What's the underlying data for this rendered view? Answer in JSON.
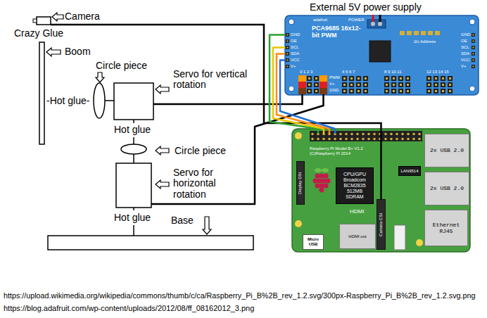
{
  "diagram": {
    "nodes": [
      {
        "text": [
          "PCA9685 16x12-bit PWM"
        ]
      },
      {
        "text": [
          "Raspberry Pi Model B+ V1.2 (C)Raspberry Pi 2014"
        ]
      },
      {
        "text": [
          "Display DSI"
        ],
        "in": 1
      },
      {
        "text": [
          "CPU/GPU Broadcom BCM2835 512MB SDRAM"
        ],
        "in": 1
      },
      {
        "text": [
          "LAN9514"
        ],
        "in": 1
      },
      {
        "text": [
          "2x USB 2.0"
        ],
        "in": 1
      },
      {
        "text": [
          "2x USB 2.0"
        ],
        "in": 1
      },
      {
        "text": [
          "Ethernet RJ45"
        ],
        "in": 1
      },
      {
        "text": [
          "Micro USB"
        ],
        "in": 1
      },
      {
        "text": [
          "HDMI out"
        ],
        "in": 1
      },
      {
        "text": [
          "Camera CSI"
        ],
        "in": 1
      }
    ],
    "edges": [
      {
        "from": 0,
        "to": 1,
        "arrow": "none"
      },
      {
        "from": 0,
        "to": 1,
        "arrow": "none"
      },
      {
        "from": 0,
        "to": 1,
        "arrow": "none"
      },
      {
        "from": 0,
        "to": 1,
        "arrow": "none"
      }
    ],
    "labels": [
      "External 5V power supply",
      "Camera",
      "Crazy Glue",
      "Boom",
      "Circle piece",
      "Servo for vertical rotation",
      "-Hot glue-",
      "Hot glue",
      "Circle piece",
      "Servo for horizontal rotation",
      "Hot glue",
      "Base",
      "adafruit",
      "POWER",
      "GND",
      "OE",
      "SCL",
      "SDA",
      "VCC",
      "V+",
      "GND",
      "OE",
      "SCL",
      "SDA",
      "VCC",
      "V+",
      "PWM",
      "V+",
      "GND",
      "0 1 2 3",
      "4 5 6 7",
      "8 9 10 11",
      "12 13 14 15",
      "i2c Address",
      "HDMI",
      "https://upload.wikimedia.org/wikipedia/commons/thumb/c/ca/Raspberry_Pi_B%2B_rev_1.2.svg/300px-Raspberry_Pi_B%2B_rev_1.2.svg.png",
      "https://blog.adafruit.com/wp-content/uploads/2012/08/ff_08162012_3.png"
    ]
  }
}
